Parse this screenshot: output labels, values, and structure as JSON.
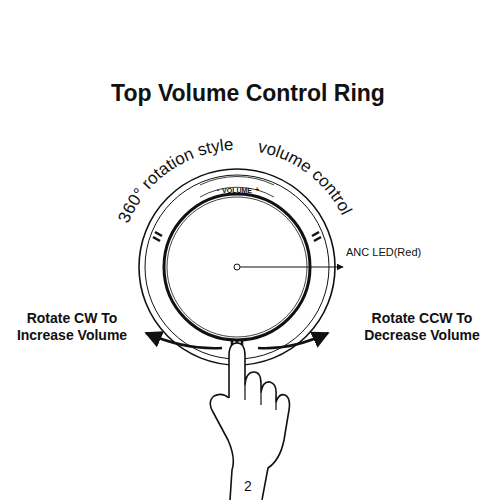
{
  "diagram": {
    "title": "Top Volume Control Ring",
    "labels": [
      "360° rotation style",
      "volume control",
      "VOLUME",
      "-",
      "+",
      "ANC LED(Red)",
      "Rotate CW To Increase Volume",
      "Rotate CCW To Decrease Volume",
      "2"
    ]
  }
}
